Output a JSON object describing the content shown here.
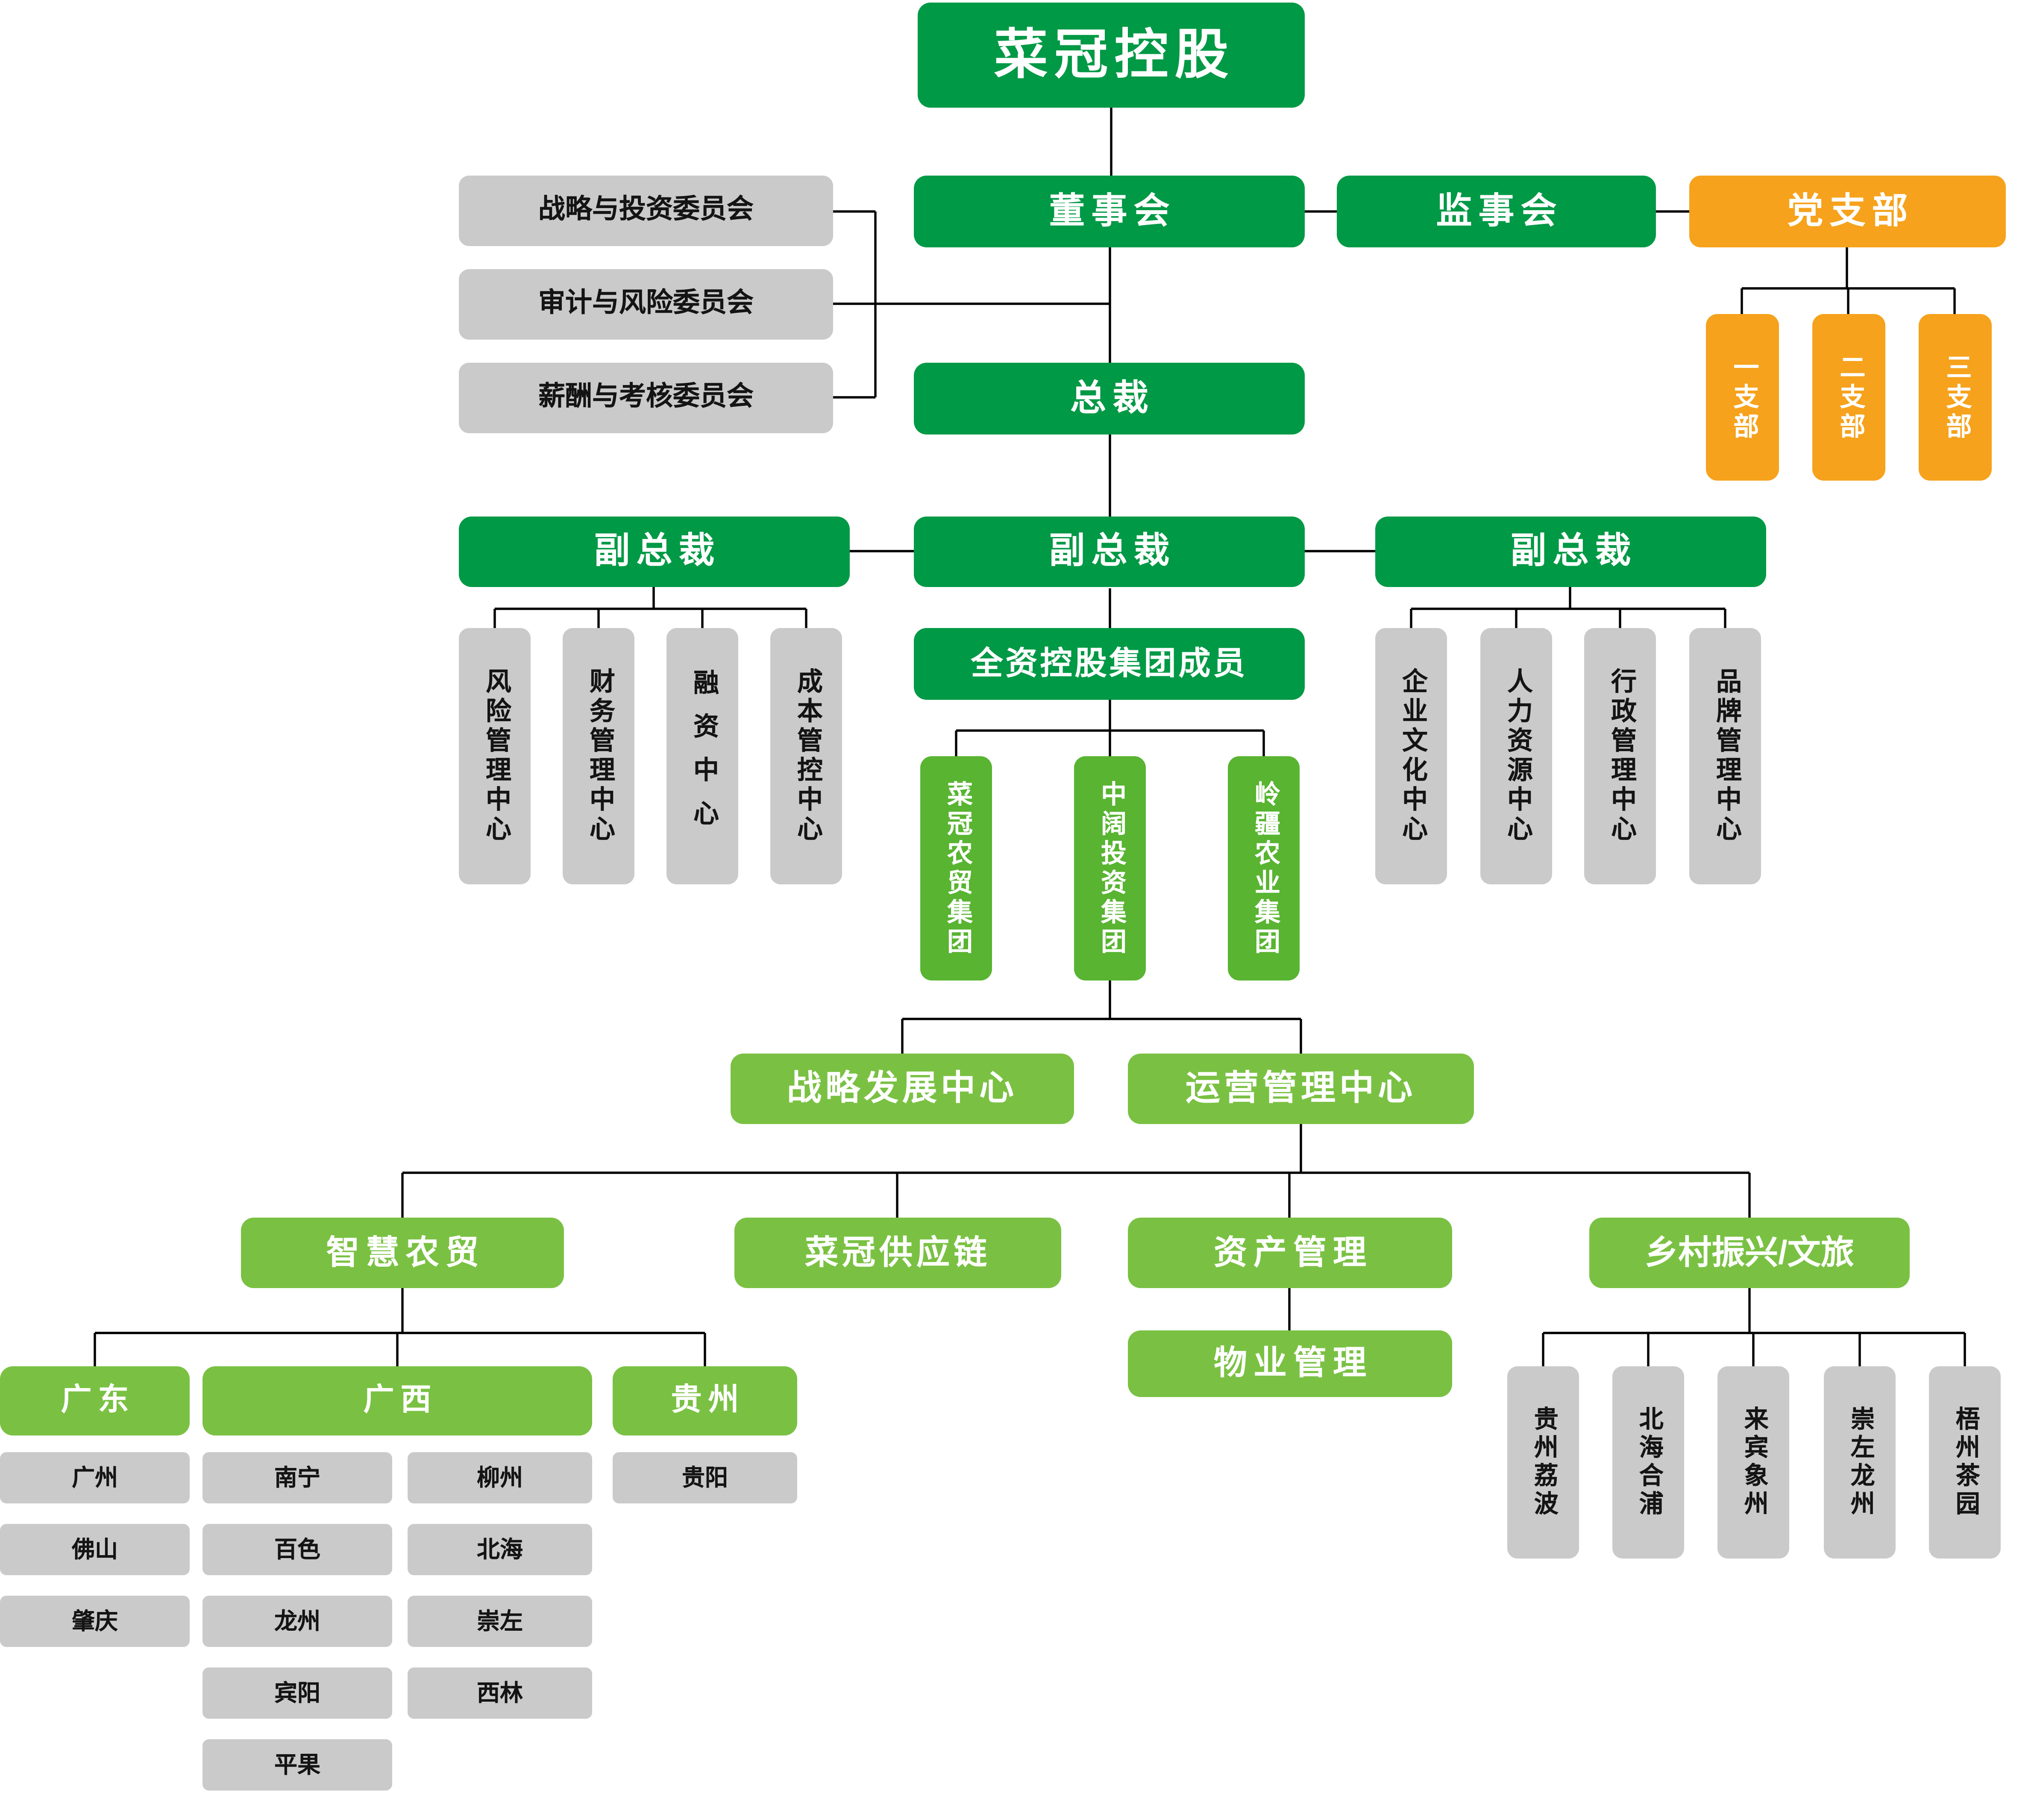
{
  "org": {
    "root": "菜冠控股",
    "board": "董事会",
    "supervisory": "监事会",
    "party": "党支部",
    "party_branches": [
      "一支部",
      "二支部",
      "三支部"
    ],
    "committees": [
      "战略与投资委员会",
      "审计与风险委员会",
      "薪酬与考核委员会"
    ],
    "president": "总裁",
    "vps": [
      "副总裁",
      "副总裁",
      "副总裁"
    ],
    "vp_left_children": [
      "风险管理中心",
      "财务管理中心",
      "融资中心",
      "成本管控中心"
    ],
    "holding_header": "全资控股集团成员",
    "group_members": [
      "菜冠农贸集团",
      "中阔投资集团",
      "岭疆农业集团"
    ],
    "vp_right_children": [
      "企业文化中心",
      "人力资源中心",
      "行政管理中心",
      "品牌管理中心"
    ],
    "centers": [
      "战略发展中心",
      "运营管理中心"
    ],
    "business_lines": [
      "智慧农贸",
      "菜冠供应链",
      "资产管理",
      "乡村振兴/文旅"
    ],
    "property": "物业管理",
    "provinces": [
      "广东",
      "广西",
      "贵州"
    ],
    "guangdong_cities": [
      "广州",
      "佛山",
      "肇庆"
    ],
    "guangxi_cities_col1": [
      "南宁",
      "百色",
      "龙州",
      "宾阳",
      "平果"
    ],
    "guangxi_cities_col2": [
      "柳州",
      "北海",
      "崇左",
      "西林"
    ],
    "guizhou_cities": [
      "贵阳"
    ],
    "rural_sites": [
      "贵州荔波",
      "北海合浦",
      "来宾象州",
      "崇左龙州",
      "梧州茶园"
    ]
  },
  "colors": {
    "dark_green": "#009945",
    "mid_green": "#58b431",
    "light_green": "#7ac143",
    "orange": "#f6a21c",
    "gray": "#cacaca",
    "line": "#000000"
  }
}
